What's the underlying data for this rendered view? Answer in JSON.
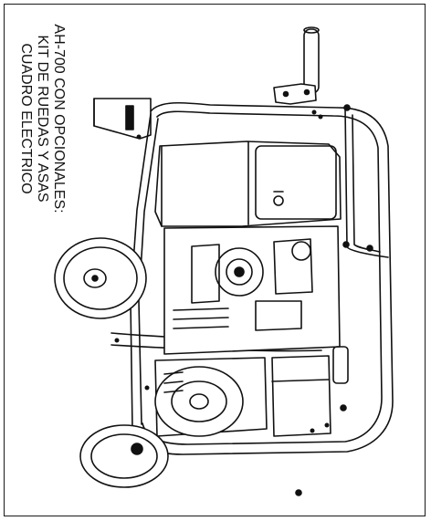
{
  "caption": {
    "line1": "AH-700 CON OPCIONALES:",
    "line2": "KIT DE RUEDAS Y ASAS",
    "line3": "CUADRO ELECTRICO"
  },
  "illustration": {
    "subject": "generator-with-wheel-kit-and-handles",
    "stroke_color": "#111111"
  }
}
